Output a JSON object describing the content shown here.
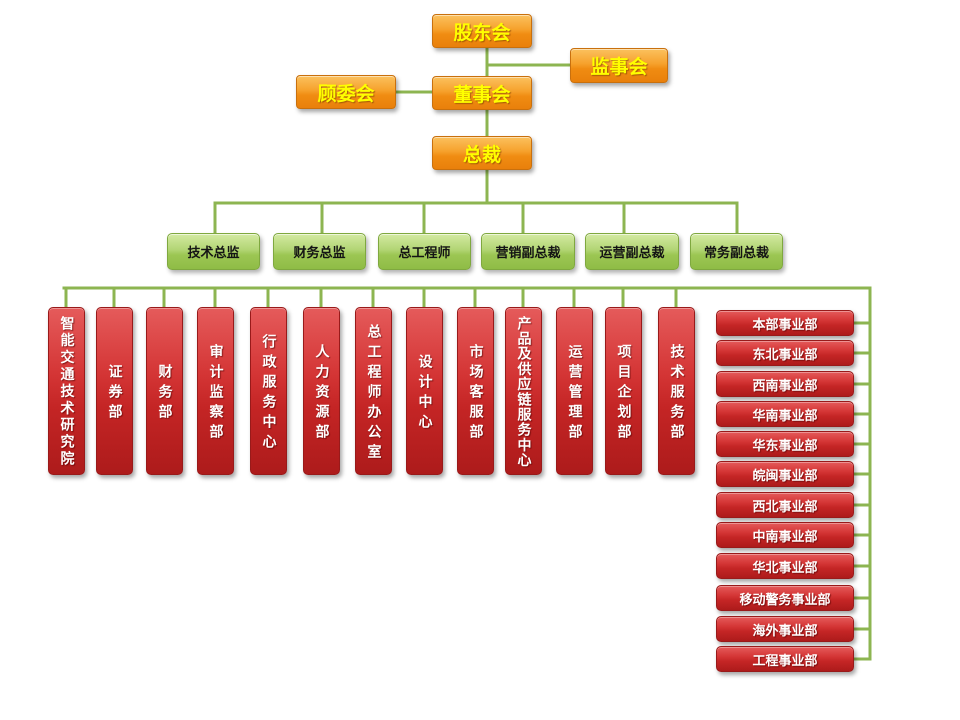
{
  "governance": {
    "shareholders_meeting": "股东会",
    "supervisory_board": "监事会",
    "advisory_committee": "顾委会",
    "board_of_directors": "董事会",
    "president": "总裁"
  },
  "executives": [
    "技术总监",
    "财务总监",
    "总工程师",
    "营销副总裁",
    "运营副总裁",
    "常务副总裁"
  ],
  "departments": [
    "智能交通技术研究院",
    "证券部",
    "财务部",
    "审计监察部",
    "行政服务中心",
    "人力资源部",
    "总工程师办公室",
    "设计中心",
    "市场客服部",
    "产品及供应链服务中心",
    "运营管理部",
    "项目企划部",
    "技术服务部"
  ],
  "business_divisions": [
    "本部事业部",
    "东北事业部",
    "西南事业部",
    "华南事业部",
    "华东事业部",
    "皖闽事业部",
    "西北事业部",
    "中南事业部",
    "华北事业部",
    "移动警务事业部",
    "海外事业部",
    "工程事业部"
  ],
  "colors": {
    "governance_box": "#f39a1f",
    "governance_text": "#ffff00",
    "executive_box": "#a6cf62",
    "department_box": "#c8282a",
    "connector": "#8db551"
  }
}
